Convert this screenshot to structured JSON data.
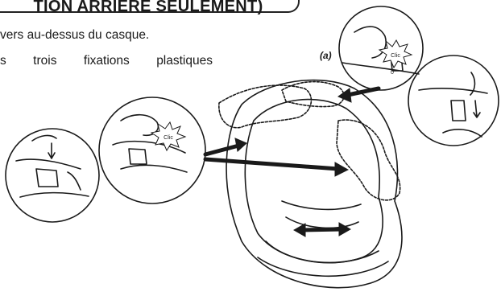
{
  "heading": {
    "text": "TION ARRIÈRE SEULEMENT)"
  },
  "body": {
    "line1": "vers au-dessus du casque.",
    "line2_words": [
      "s",
      "trois",
      "fixations",
      "plastiques"
    ]
  },
  "figure": {
    "label": "(a)",
    "clic_labels": {
      "left_inset": "Clic",
      "top_inset": "Clic"
    },
    "inset_small_label": "0"
  },
  "colors": {
    "ink": "#1a1a1a",
    "paper": "#ffffff"
  }
}
